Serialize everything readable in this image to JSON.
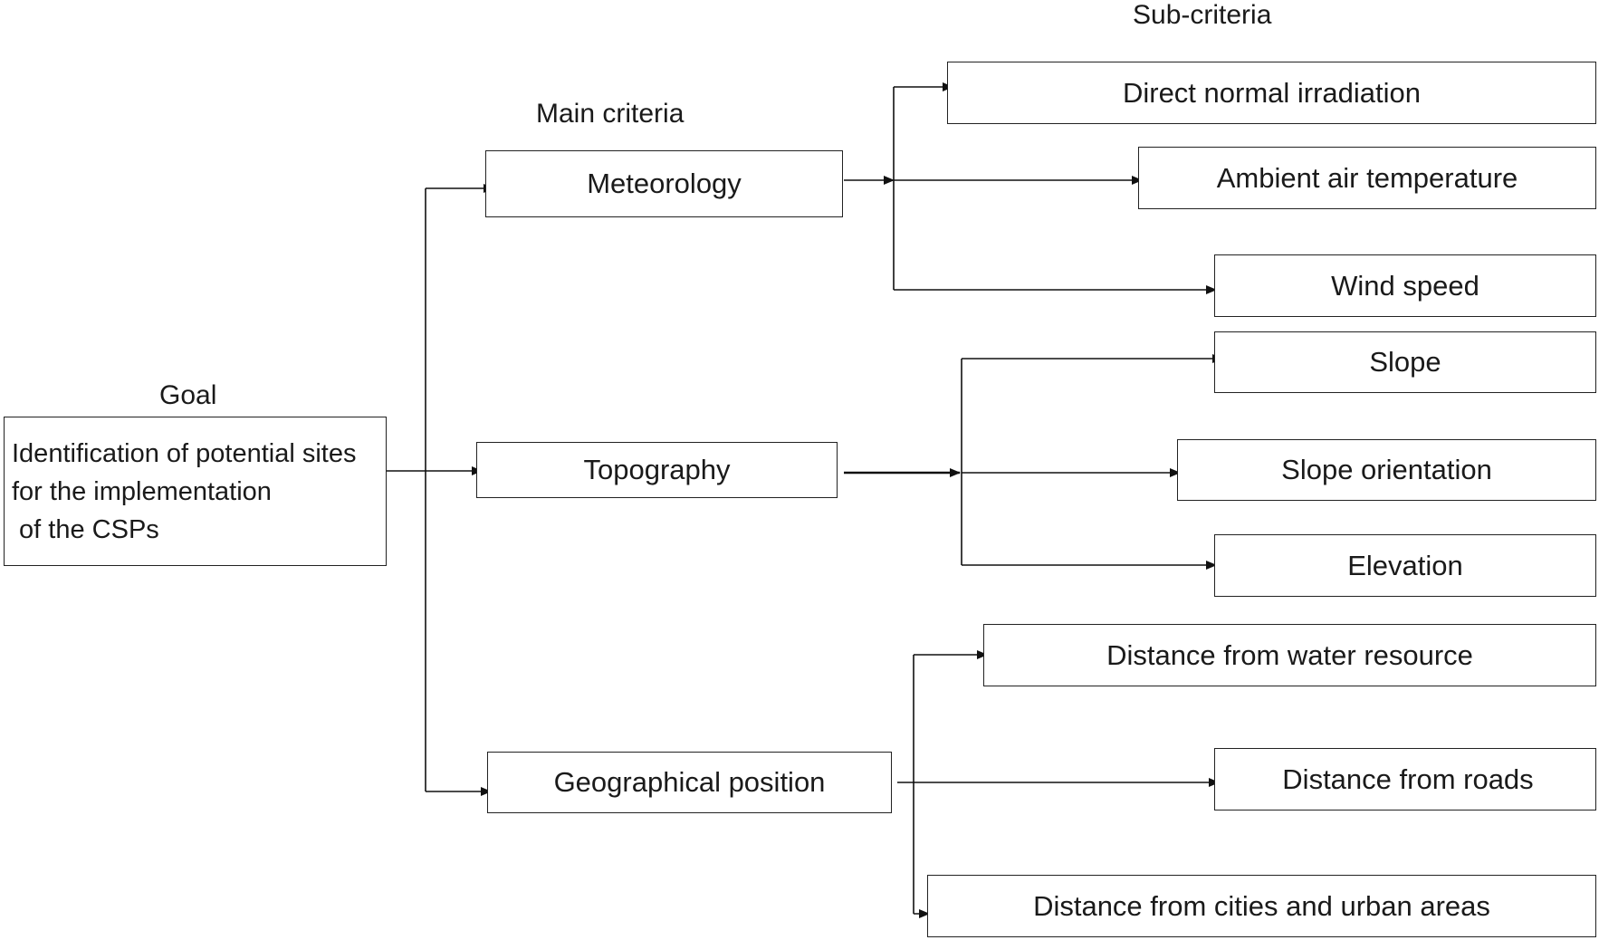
{
  "headings": {
    "goal": "Goal",
    "main_criteria": "Main criteria",
    "sub_criteria": "Sub-criteria"
  },
  "goal": {
    "lines": [
      "Identification of potential sites",
      "for the implementation",
      " of the CSPs"
    ]
  },
  "main_criteria": [
    {
      "label": "Meteorology",
      "sub_criteria": [
        "Direct normal irradiation",
        "Ambient air temperature",
        "Wind speed"
      ]
    },
    {
      "label": "Topography",
      "sub_criteria": [
        "Slope",
        "Slope orientation",
        "Elevation"
      ]
    },
    {
      "label": "Geographical position",
      "sub_criteria": [
        "Distance from water resource",
        "Distance from roads",
        "Distance from cities and urban areas"
      ]
    }
  ]
}
